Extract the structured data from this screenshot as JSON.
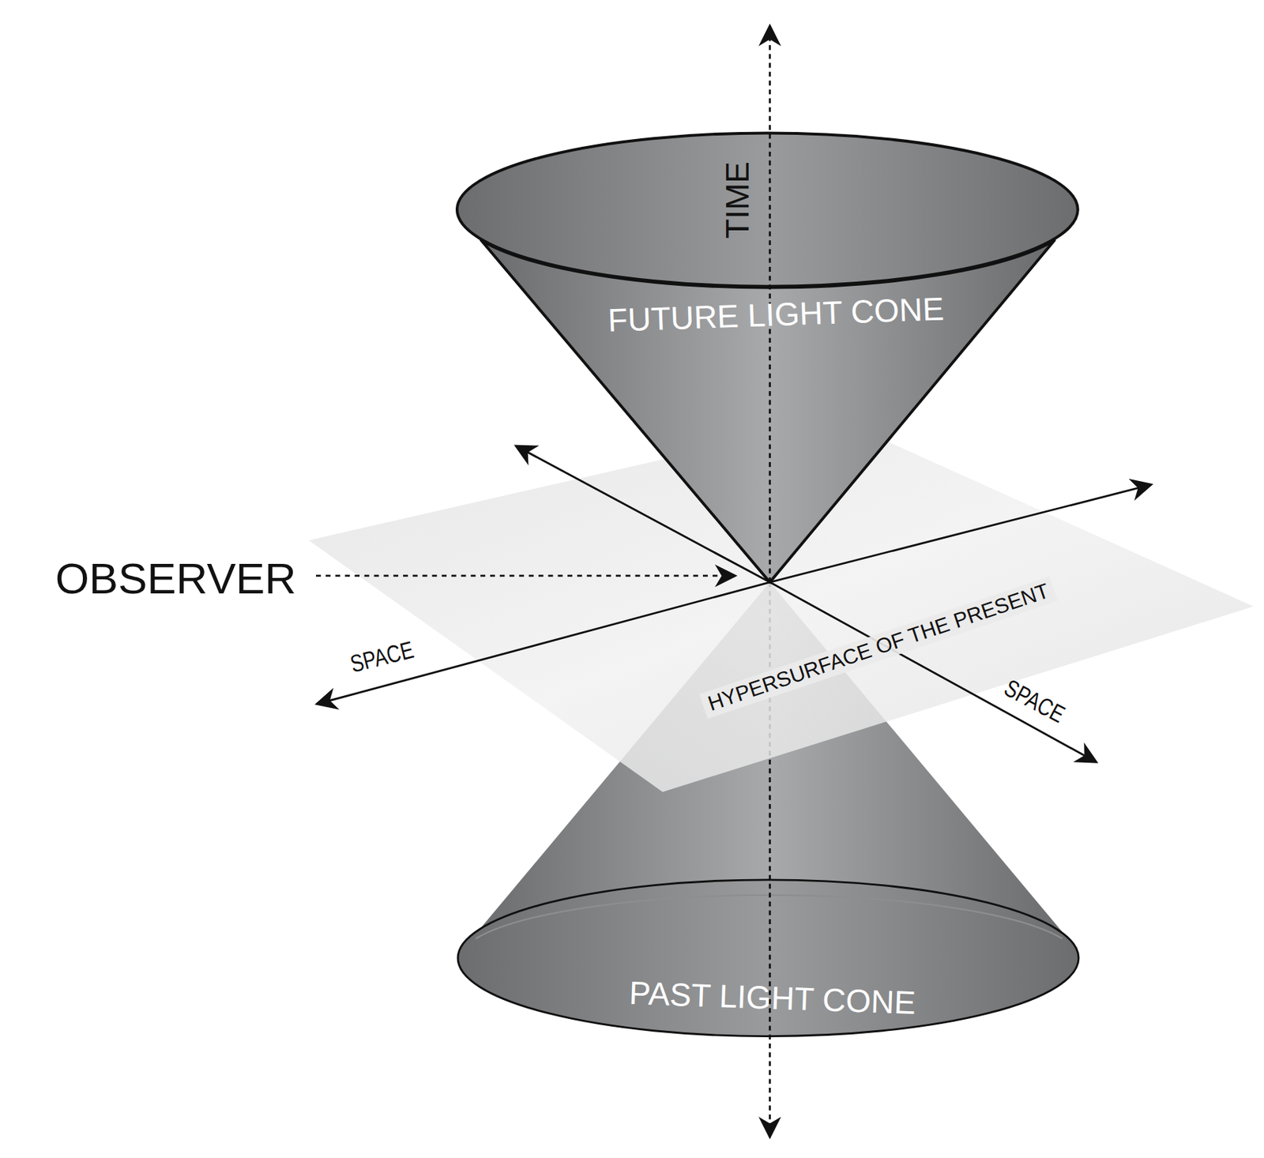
{
  "diagram": {
    "nodes": [
      {
        "text": [
          "FUTURE LIGHT CONE"
        ]
      },
      {
        "text": [
          "HYPERSURFACE OF THE PRESENT"
        ]
      },
      {
        "text": [
          "PAST LIGHT CONE"
        ]
      }
    ],
    "labels": [
      "TIME",
      "OBSERVER",
      "SPACE",
      "SPACE"
    ]
  }
}
